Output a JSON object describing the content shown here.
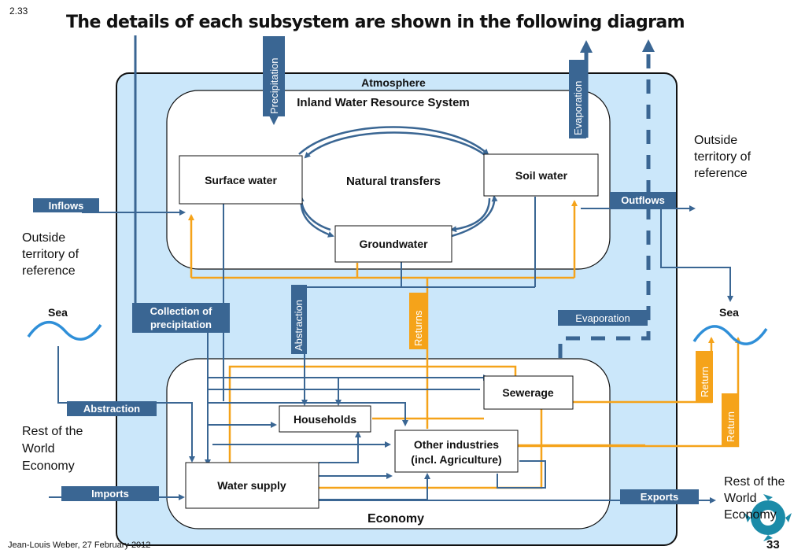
{
  "slide_number": "2.33",
  "title": "The details of each subsystem are shown in the following diagram",
  "atmosphere_label": "Atmosphere",
  "inland_label": "Inland Water Resource System",
  "economy_label": "Economy",
  "nodes": {
    "surface_water": "Surface water",
    "natural_transfers": "Natural transfers",
    "soil_water": "Soil water",
    "groundwater": "Groundwater",
    "households": "Households",
    "sewerage": "Sewerage",
    "other_industries_line1": "Other industries",
    "other_industries_line2": "(incl. Agriculture)",
    "water_supply": "Water supply"
  },
  "flows": {
    "precipitation": "Precipitation",
    "evaporation_top": "Evaporation",
    "evaporation_mid": "Evaporation",
    "inflows": "Inflows",
    "outflows": "Outflows",
    "abstraction_vertical": "Abstraction",
    "returns_vertical": "Returns",
    "collection_line1": "Collection of",
    "collection_line2": "precipitation",
    "abstraction_sea": "Abstraction",
    "imports": "Imports",
    "exports": "Exports",
    "return_1": "Return",
    "return_2": "Return"
  },
  "outside": {
    "right_top_1": "Outside",
    "right_top_2": "territory of",
    "right_top_3": "reference",
    "left_1": "Outside",
    "left_2": "territory of",
    "left_3": "reference",
    "sea_left": "Sea",
    "sea_right": "Sea",
    "row_left_1": "Rest of the",
    "row_left_2": "World",
    "row_left_3": "Economy",
    "row_right_1": "Rest of the",
    "row_right_2": "World",
    "row_right_3": "Economy"
  },
  "footer": {
    "author": "Jean-Louis Weber, 27 February 2012",
    "page": "33"
  },
  "colors": {
    "blue_flow": "#3a6693",
    "orange_flow": "#f5a31a",
    "label_box": "#3a6693",
    "outer_fill": "#cbe7fa",
    "sea_wave": "#2f8fd8"
  }
}
